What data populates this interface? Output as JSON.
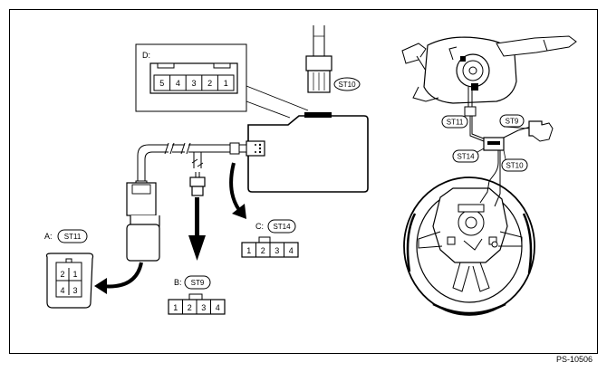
{
  "connector_d": {
    "label": "D:",
    "pins": [
      "5",
      "4",
      "3",
      "2",
      "1"
    ]
  },
  "connector_a": {
    "label": "A:",
    "ref": "ST11",
    "pins": [
      "2",
      "1",
      "4",
      "3"
    ]
  },
  "connector_b": {
    "label": "B:",
    "ref": "ST9",
    "pins": [
      "1",
      "2",
      "3",
      "4"
    ]
  },
  "connector_c": {
    "label": "C:",
    "ref": "ST14",
    "pins": [
      "1",
      "2",
      "3",
      "4"
    ]
  },
  "left_refs": {
    "st10": "ST10"
  },
  "right_refs": {
    "st11": "ST11",
    "st9": "ST9",
    "st14": "ST14",
    "st10": "ST10"
  },
  "figure_code": "PS-10506"
}
